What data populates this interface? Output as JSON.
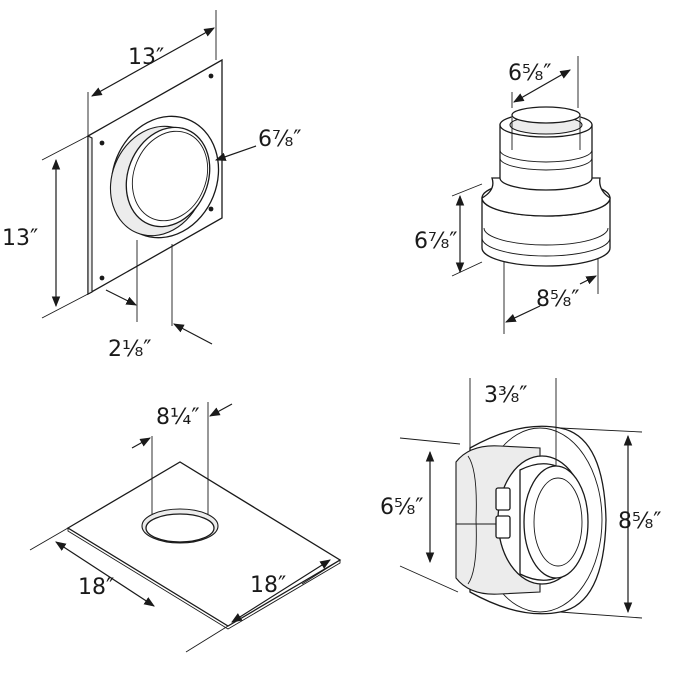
{
  "diagrams": [
    {
      "dimensions": [
        {
          "id": "top-width",
          "label": "13″"
        },
        {
          "id": "side-height",
          "label": "13″"
        },
        {
          "id": "collar-diameter",
          "label": "6⁷⁄₈″"
        },
        {
          "id": "collar-depth",
          "label": "2¹⁄₈″"
        }
      ]
    },
    {
      "dimensions": [
        {
          "id": "top-diameter",
          "label": "6⁵⁄₈″"
        },
        {
          "id": "height",
          "label": "6⁷⁄₈″"
        },
        {
          "id": "bottom-diameter",
          "label": "8⁵⁄₈″"
        }
      ]
    },
    {
      "dimensions": [
        {
          "id": "hole-diameter",
          "label": "8¼″"
        },
        {
          "id": "side-a",
          "label": "18″"
        },
        {
          "id": "side-b",
          "label": "18″"
        }
      ]
    },
    {
      "dimensions": [
        {
          "id": "depth",
          "label": "3³⁄₈″"
        },
        {
          "id": "inner-diameter",
          "label": "6⁵⁄₈″"
        },
        {
          "id": "outer-diameter",
          "label": "8⁵⁄₈″"
        }
      ]
    }
  ]
}
